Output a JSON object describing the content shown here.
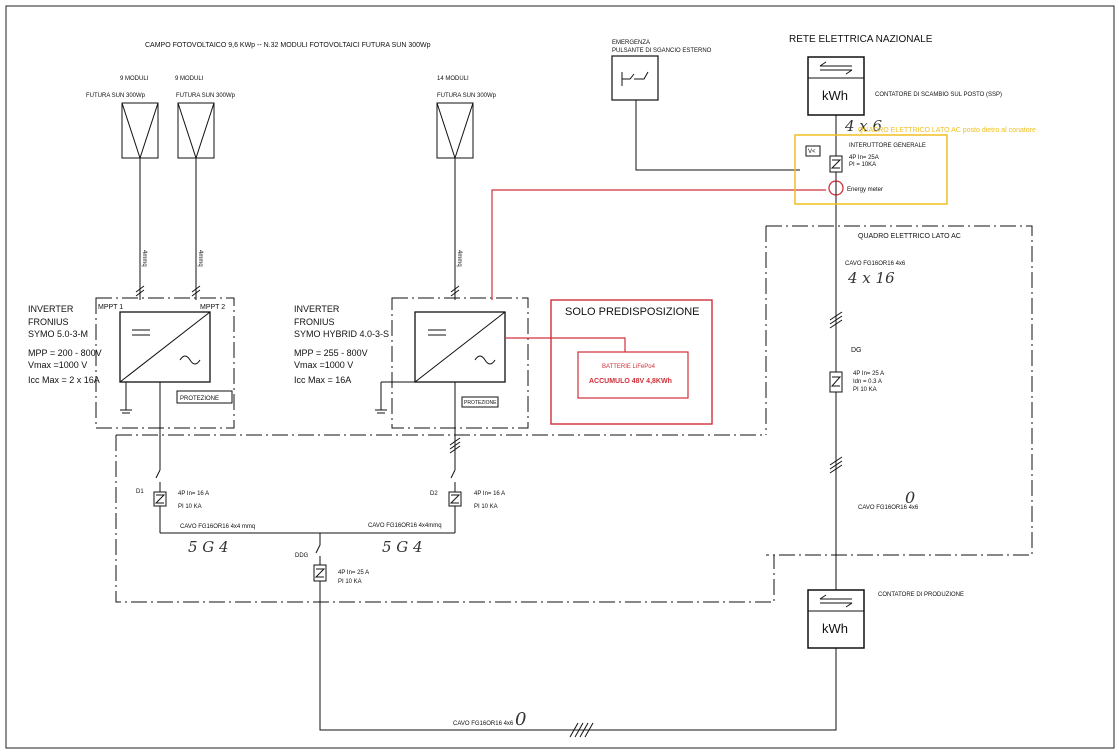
{
  "header": {
    "campo": "CAMPO FOTOVOLTAICO 9,6 KWp --  N.32 MODULI FOTOVOLTAICI FUTURA SUN 300Wp",
    "rete": "RETE ELETTRICA NAZIONALE",
    "emergenza_1": "EMERGENZA",
    "emergenza_2": "PULSANTE DI SGANCIO ESTERNO"
  },
  "panels": [
    {
      "count": "9 MODULI",
      "model": "FUTURA SUN  300Wp"
    },
    {
      "count": "9 MODULI",
      "model": "FUTURA SUN 300Wp"
    },
    {
      "count": "14 MODULI",
      "model": "FUTURA SUN 300Wp"
    }
  ],
  "cables_4mmq": [
    "4mmq",
    "4mmq",
    "4mmq"
  ],
  "inverter1": {
    "l1": "INVERTER",
    "l2": "FRONIUS",
    "l3": "SYMO 5.0-3-M",
    "l4": "MPP = 200 - 800V",
    "l5": "Vmax =1000 V",
    "l6": "Icc Max = 2 x 16A",
    "mppt1": "MPPT 1",
    "mppt2": "MPPT 2",
    "protezione": "PROTEZIONE"
  },
  "inverter2": {
    "l1": "INVERTER",
    "l2": "FRONIUS",
    "l3": "SYMO HYBRID 4.0-3-S",
    "l4": "MPP = 255 - 800V",
    "l5": "Vmax =1000 V",
    "l6": "Icc Max = 16A",
    "protezione": "PROTEZIONE"
  },
  "predisposizione": {
    "title": "SOLO PREDISPOSIZIONE",
    "batt1": "BATTERIE LiFePo4",
    "batt2": "ACCUMULO  48V  4,8KWh"
  },
  "ssp": {
    "kwh": "kWh",
    "label": "CONTATORE DI SCAMBIO SUL POSTO (SSP)"
  },
  "yellow_box": {
    "handwritten": "4 x 6",
    "annotation": "QUADRO ELETTRICO LATO AC posto dietro al conatore",
    "generale": "INTERUTTORE GENERALE",
    "gen_spec1": "4P In= 25A",
    "gen_spec2": "PI = 10KA",
    "vlabel": "V<",
    "energy_meter": "Energy meter"
  },
  "quadro_ac": {
    "title": "QUADRO ELETTRICO LATO AC",
    "cavo_top": "CAVO FG16OR16 4x6",
    "hand_top": "4 x 16",
    "dg": "DG",
    "dg_spec1": "4P In= 25 A",
    "dg_spec2": "Idn = 0.3 A",
    "dg_spec3": "PI 10 KA",
    "cavo_mid": "CAVO FG16OR16 4x6",
    "hand_mid": "0"
  },
  "produzione": {
    "kwh": "kWh",
    "label": "CONTATORE DI PRODUZIONE"
  },
  "d1": {
    "name": "D1",
    "spec1": "4P In= 16 A",
    "spec2": "PI 10 KA"
  },
  "d2": {
    "name": "D2",
    "spec1": "4P In= 16 A",
    "spec2": "PI 10 KA"
  },
  "ddg": {
    "name": "DDG",
    "spec1": "4P In= 25 A",
    "spec2": "PI 10 KA"
  },
  "cavo_left": "CAVO FG16OR16 4x4 mmq",
  "cavo_right": "CAVO FG16OR16 4x4mmq",
  "hand_left": "5 G 4",
  "hand_right": "5 G 4",
  "cavo_bottom": "CAVO FG16OR16 4x6",
  "hand_bottom": "0",
  "colors": {
    "red": "#d0303a",
    "yellow": "#f0c020",
    "ink": "#111111"
  }
}
